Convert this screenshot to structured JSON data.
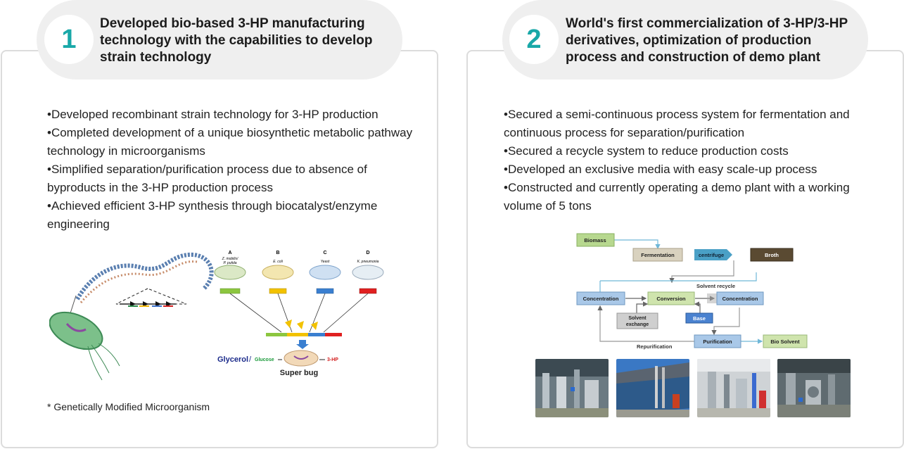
{
  "section1": {
    "number": "1",
    "title": "Developed bio-based 3-HP manufacturing\ntechnology with the capabilities to develop\nstrain technology",
    "bullets": [
      "Developed recombinant strain technology for 3-HP production",
      "Completed development of a unique biosynthetic metabolic pathway technology in microorganisms",
      "Simplified separation/purification process due to absence of byproducts in the 3-HP production process",
      "Achieved efficient 3-HP synthesis through biocatalyst/enzyme engineering"
    ],
    "diagram": {
      "organisms": [
        {
          "letter": "A",
          "name": "Z. mobilis/\nP. putida"
        },
        {
          "letter": "B",
          "name": "E. coli"
        },
        {
          "letter": "C",
          "name": "Yeast"
        },
        {
          "letter": "D",
          "name": "K. pneumonia"
        }
      ],
      "glycerol": "Glycerol",
      "slash": "/",
      "glucose": "Glucose",
      "product": "3-HP",
      "superbug": "Super bug"
    },
    "footnote": "* Genetically Modified Microorganism"
  },
  "section2": {
    "number": "2",
    "title": "World's first commercialization of 3-HP/3-HP\nderivatives, optimization of production\nprocess and construction of demo plant",
    "bullets": [
      "Secured a semi-continuous process system for fermentation and continuous process for separation/purification",
      "Secured a recycle system to reduce production costs",
      "Developed an exclusive media with easy scale-up process",
      "Constructed and currently operating a demo plant with a working volume of 5 tons"
    ],
    "flow": {
      "biomass": "Biomass",
      "fermentation": "Fermentation",
      "centrifuge": "centrifuge",
      "broth": "Broth",
      "solvent_recycle": "Solvent recycle",
      "concentration_left": "Concentration",
      "conversion": "Conversion",
      "concentration_right": "Concentration",
      "solvent_exchange_1": "Solvent",
      "solvent_exchange_2": "exchange",
      "base": "Base",
      "repurification": "Repurification",
      "purification": "Purification",
      "bio_solvent": "Bio Solvent"
    },
    "photos": [
      "plant-interior-1",
      "plant-exterior",
      "plant-interior-2",
      "plant-interior-3"
    ]
  }
}
